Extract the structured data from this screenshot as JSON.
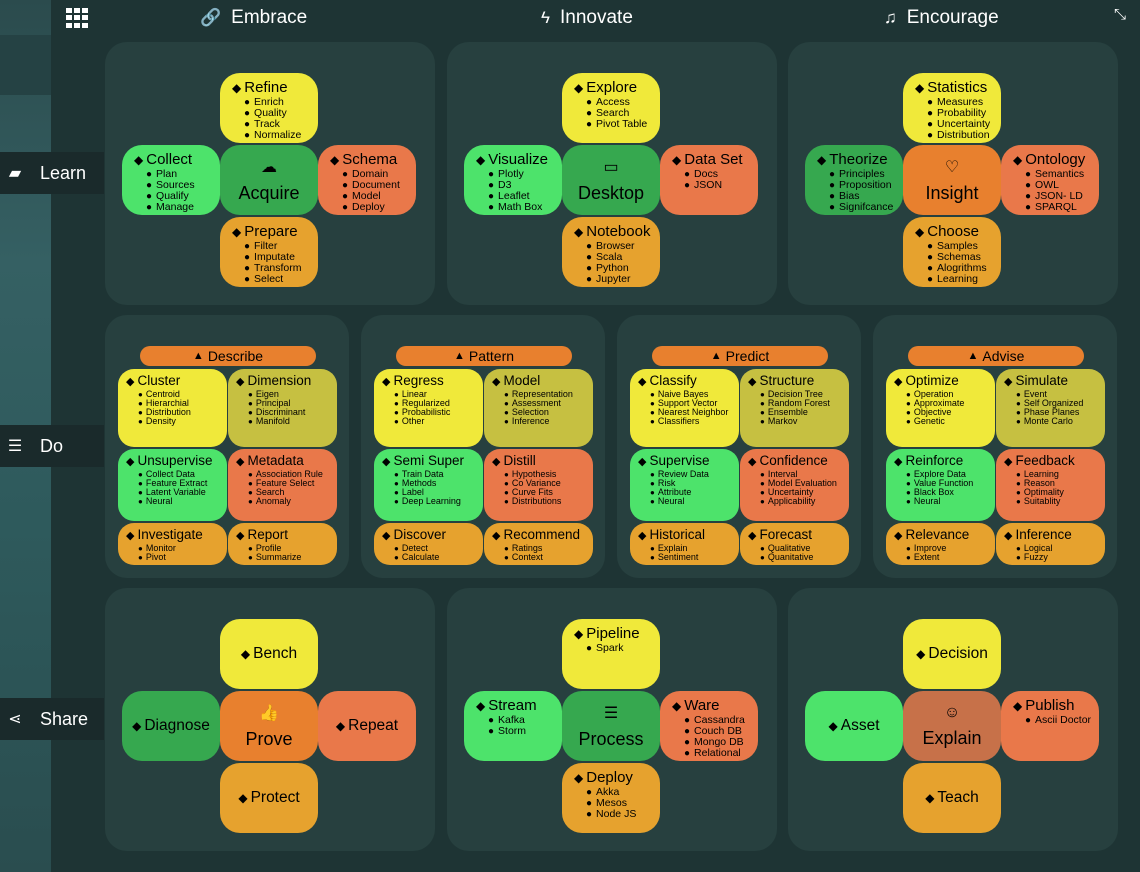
{
  "columns": [
    {
      "title": "Embrace",
      "icon": "link-icon"
    },
    {
      "title": "Innovate",
      "icon": "bolt-icon"
    },
    {
      "title": "Encourage",
      "icon": "music-icon"
    }
  ],
  "side_nav": [
    {
      "label": "Learn",
      "icon": "book-icon"
    },
    {
      "label": "Do",
      "icon": "list-icon"
    },
    {
      "label": "Share",
      "icon": "share-icon"
    }
  ],
  "learn": [
    {
      "center": "Acquire",
      "top": {
        "title": "Refine",
        "items": [
          "Enrich",
          "Quality",
          "Track",
          "Normalize"
        ]
      },
      "left": {
        "title": "Collect",
        "items": [
          "Plan",
          "Sources",
          "Qualify",
          "Manage"
        ]
      },
      "right": {
        "title": "Schema",
        "items": [
          "Domain",
          "Document",
          "Model",
          "Deploy"
        ]
      },
      "bottom": {
        "title": "Prepare",
        "items": [
          "Filter",
          "Imputate",
          "Transform",
          "Select"
        ]
      }
    },
    {
      "center": "Desktop",
      "top": {
        "title": "Explore",
        "items": [
          "Access",
          "Search",
          "Pivot Table"
        ]
      },
      "left": {
        "title": "Visualize",
        "items": [
          "Plotly",
          "D3",
          "Leaflet",
          "Math Box"
        ]
      },
      "right": {
        "title": "Data Set",
        "items": [
          "Docs",
          "JSON"
        ]
      },
      "bottom": {
        "title": "Notebook",
        "items": [
          "Browser",
          "Scala",
          "Python",
          "Jupyter"
        ]
      }
    },
    {
      "center": "Insight",
      "top": {
        "title": "Statistics",
        "items": [
          "Measures",
          "Probability",
          "Uncertainty",
          "Distribution"
        ]
      },
      "left": {
        "title": "Theorize",
        "items": [
          "Principles",
          "Proposition",
          "Bias",
          "Signifcance"
        ]
      },
      "right": {
        "title": "Ontology",
        "items": [
          "Semantics",
          "OWL",
          "JSON- LD",
          "SPARQL"
        ]
      },
      "bottom": {
        "title": "Choose",
        "items": [
          "Samples",
          "Schemas",
          "Alogrithms",
          "Learning"
        ]
      }
    }
  ],
  "do": [
    {
      "header": "Describe",
      "tiles": [
        {
          "title": "Cluster",
          "items": [
            "Centroid",
            "Hierarchial",
            "Distribution",
            "Density"
          ]
        },
        {
          "title": "Dimension",
          "items": [
            "Eigen",
            "Principal",
            "Discriminant",
            "Manifold"
          ]
        },
        {
          "title": "Unsupervise",
          "items": [
            "Collect Data",
            "Feature Extract",
            "Latent Variable",
            "Neural"
          ]
        },
        {
          "title": "Metadata",
          "items": [
            "Association Rule",
            "Feature Select",
            "Search",
            "Anomaly"
          ]
        },
        {
          "title": "Investigate",
          "items": [
            "Monitor",
            "Pivot"
          ]
        },
        {
          "title": "Report",
          "items": [
            "Profile",
            "Summarize"
          ]
        }
      ]
    },
    {
      "header": "Pattern",
      "tiles": [
        {
          "title": "Regress",
          "items": [
            "Linear",
            "Regularized",
            "Probabilistic",
            "Other"
          ]
        },
        {
          "title": "Model",
          "items": [
            "Representation",
            "Assessment",
            "Selection",
            "Inference"
          ]
        },
        {
          "title": "Semi Super",
          "items": [
            "Train Data",
            "Methods",
            "Label",
            "Deep Learning"
          ]
        },
        {
          "title": "Distill",
          "items": [
            "Hypothesis",
            "Co Variance",
            "Curve Fits",
            "Distributions"
          ]
        },
        {
          "title": "Discover",
          "items": [
            "Detect",
            "Calculate"
          ]
        },
        {
          "title": "Recommend",
          "items": [
            "Ratings",
            "Context"
          ]
        }
      ]
    },
    {
      "header": "Predict",
      "tiles": [
        {
          "title": "Classify",
          "items": [
            "Naive Bayes",
            "Support Vector",
            "Nearest Neighbor",
            "Classifiers"
          ]
        },
        {
          "title": "Structure",
          "items": [
            "Decision Tree",
            "Random Forest",
            "Ensemble",
            "Markov"
          ]
        },
        {
          "title": "Supervise",
          "items": [
            "Review Data",
            "Risk",
            "Attribute",
            "Neural"
          ]
        },
        {
          "title": "Confidence",
          "items": [
            "Interval",
            "Model Evaluation",
            "Uncertainty",
            "Applicability"
          ]
        },
        {
          "title": "Historical",
          "items": [
            "Explain",
            "Sentiment"
          ]
        },
        {
          "title": "Forecast",
          "items": [
            "Qualitative",
            "Quanitative"
          ]
        }
      ]
    },
    {
      "header": "Advise",
      "tiles": [
        {
          "title": "Optimize",
          "items": [
            "Operation",
            "Approximate",
            "Objective",
            "Genetic"
          ]
        },
        {
          "title": "Simulate",
          "items": [
            "Event",
            "Self Organized",
            "Phase Planes",
            "Monte Carlo"
          ]
        },
        {
          "title": "Reinforce",
          "items": [
            "Explore Data",
            "Value Function",
            "Black Box",
            "Neural"
          ]
        },
        {
          "title": "Feedback",
          "items": [
            "Learning",
            "Reason",
            "Optimality",
            "Suitablity"
          ]
        },
        {
          "title": "Relevance",
          "items": [
            "Improve",
            "Extent"
          ]
        },
        {
          "title": "Inference",
          "items": [
            "Logical",
            "Fuzzy"
          ]
        }
      ]
    }
  ],
  "share": [
    {
      "center": "Prove",
      "top": {
        "title": "Bench",
        "items": []
      },
      "left": {
        "title": "Diagnose",
        "items": []
      },
      "right": {
        "title": "Repeat",
        "items": []
      },
      "bottom": {
        "title": "Protect",
        "items": []
      }
    },
    {
      "center": "Process",
      "top": {
        "title": "Pipeline",
        "items": [
          "Spark"
        ]
      },
      "left": {
        "title": "Stream",
        "items": [
          "Kafka",
          "Storm"
        ]
      },
      "right": {
        "title": "Ware",
        "items": [
          "Cassandra",
          "Couch DB",
          "Mongo DB",
          "Relational"
        ]
      },
      "bottom": {
        "title": "Deploy",
        "items": [
          "Akka",
          "Mesos",
          "Node JS"
        ]
      }
    },
    {
      "center": "Explain",
      "top": {
        "title": "Decision",
        "items": []
      },
      "left": {
        "title": "Asset",
        "items": []
      },
      "right": {
        "title": "Publish",
        "items": [
          "Ascii Doctor"
        ]
      },
      "bottom": {
        "title": "Teach",
        "items": []
      }
    }
  ]
}
